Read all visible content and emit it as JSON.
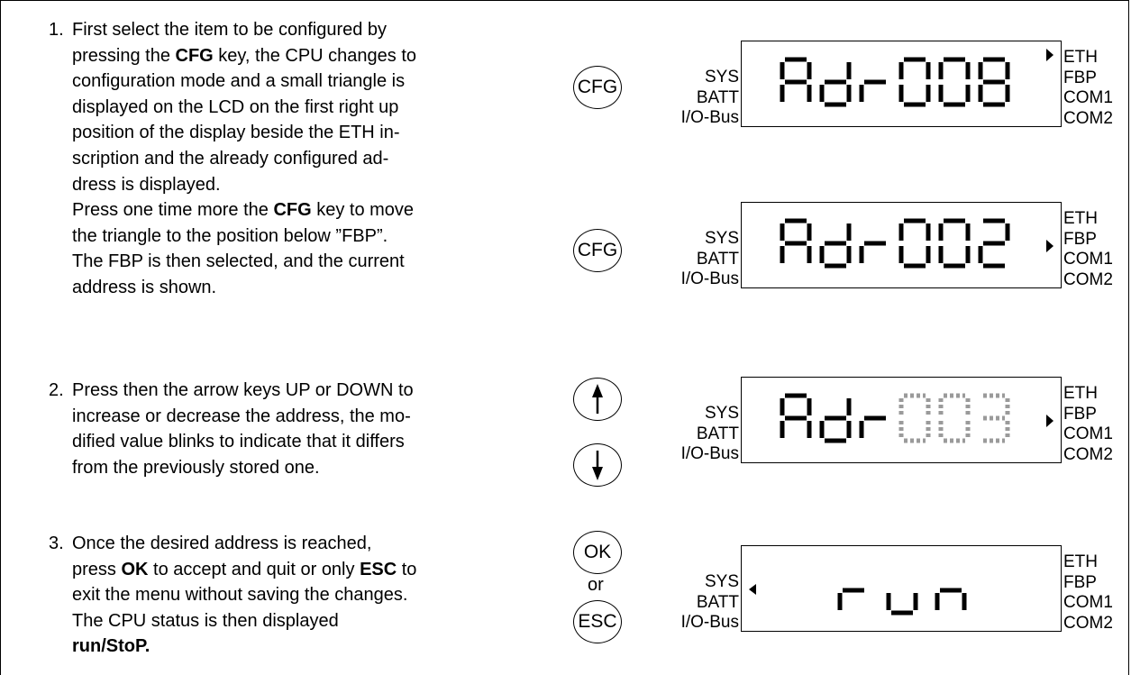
{
  "steps": [
    {
      "number": "1.",
      "lines": [
        [
          {
            "t": "First select the item to be configured by"
          }
        ],
        [
          {
            "t": "pressing the "
          },
          {
            "t": "CFG",
            "b": true
          },
          {
            "t": " key, the CPU changes to"
          }
        ],
        [
          {
            "t": "configuration mode and a small triangle is"
          }
        ],
        [
          {
            "t": "displayed on the LCD on the first right up"
          }
        ],
        [
          {
            "t": "position of the display beside the ETH in-"
          }
        ],
        [
          {
            "t": "scription and the already configured ad-"
          }
        ],
        [
          {
            "t": "dress is displayed."
          }
        ],
        [
          {
            "t": "Press one time more the "
          },
          {
            "t": "CFG",
            "b": true
          },
          {
            "t": " key to move"
          }
        ],
        [
          {
            "t": "the triangle to the position below ”FBP”."
          }
        ],
        [
          {
            "t": "The FBP is then selected, and the current"
          }
        ],
        [
          {
            "t": "address is shown."
          }
        ]
      ]
    },
    {
      "number": "2.",
      "lines": [
        [
          {
            "t": "Press then the arrow keys UP or DOWN to"
          }
        ],
        [
          {
            "t": "increase or decrease the address, the mo-"
          }
        ],
        [
          {
            "t": "dified value blinks to indicate that it differs"
          }
        ],
        [
          {
            "t": "from the previously stored one."
          }
        ]
      ]
    },
    {
      "number": "3.",
      "lines": [
        [
          {
            "t": "Once the desired address is reached,"
          }
        ],
        [
          {
            "t": "press "
          },
          {
            "t": "OK",
            "b": true
          },
          {
            "t": " to accept and quit or only "
          },
          {
            "t": "ESC",
            "b": true
          },
          {
            "t": " to"
          }
        ],
        [
          {
            "t": "exit the menu without saving the changes."
          }
        ],
        [
          {
            "t": "The CPU status is then displayed"
          }
        ],
        [
          {
            "t": "run/StoP.",
            "b": true
          }
        ]
      ]
    }
  ],
  "keys": {
    "cfg": "CFG",
    "ok": "OK",
    "or": "or",
    "esc": "ESC",
    "up_icon": "arrow-up-icon",
    "down_icon": "arrow-down-icon"
  },
  "lcd_labels": {
    "left": [
      "SYS",
      "BATT",
      "I/O-Bus"
    ],
    "right": [
      "ETH",
      "FBP",
      "COM1",
      "COM2"
    ]
  },
  "displays": [
    {
      "text": "Adr008",
      "marker": "ETH",
      "blinking": false
    },
    {
      "text": "Adr002",
      "marker": "FBP",
      "blinking": false
    },
    {
      "text": "Adr003",
      "marker": "FBP",
      "blinking": true
    },
    {
      "text": "run",
      "marker": "BATT",
      "blinking": false
    }
  ]
}
